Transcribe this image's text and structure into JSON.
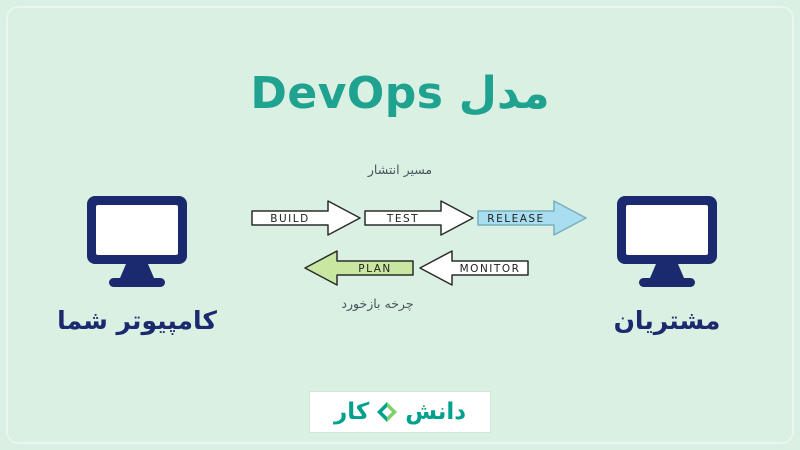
{
  "title": {
    "text": "مدل DevOps",
    "color": "#1fa390"
  },
  "flow": {
    "release_path_label": "مسیر انتشار",
    "feedback_cycle_label": "چرخه بازخورد",
    "arrows": {
      "build": {
        "label": "BUILD",
        "fill": "#ffffff",
        "direction": "right"
      },
      "test": {
        "label": "TEST",
        "fill": "#ffffff",
        "direction": "right"
      },
      "release": {
        "label": "RELEASE",
        "fill": "#a9def0",
        "direction": "right"
      },
      "monitor": {
        "label": "MONITOR",
        "fill": "#ffffff",
        "direction": "left"
      },
      "plan": {
        "label": "PLAN",
        "fill": "#c9e7a0",
        "direction": "left"
      }
    }
  },
  "computers": {
    "left_label": "کامپیوتر شما",
    "right_label": "مشتریان"
  },
  "logo": {
    "text_right": "دانش",
    "text_left": "کار",
    "accent_color": "#00a18c"
  },
  "colors": {
    "background": "#d9f0e2",
    "navy": "#1b2a6e",
    "teal_title": "#1fa390",
    "release_arrow": "#a9def0",
    "plan_arrow": "#c9e7a0"
  }
}
